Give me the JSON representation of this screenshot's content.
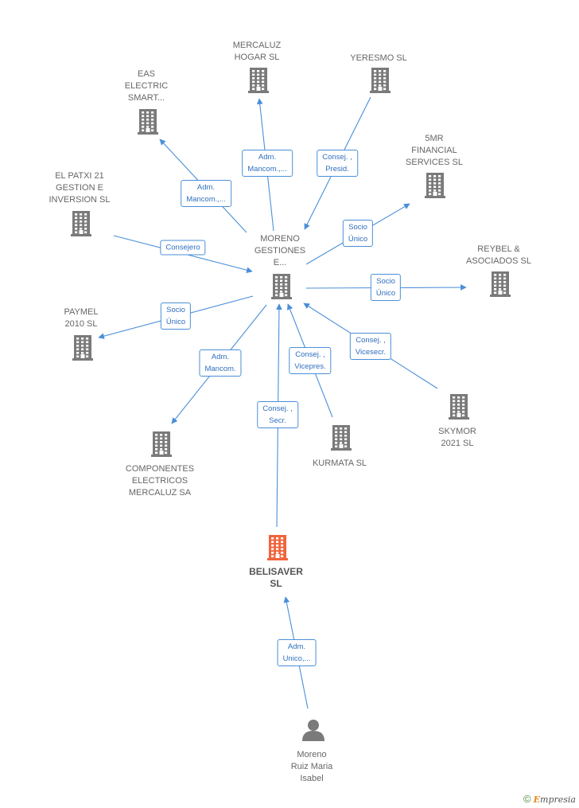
{
  "nodes": [
    {
      "id": "moreno_gestiones",
      "label": "MORENO\nGESTIONES\nE...",
      "type": "company"
    },
    {
      "id": "mercaluz_hogar",
      "label": "MERCALUZ\nHOGAR SL",
      "type": "company"
    },
    {
      "id": "yeresmo",
      "label": "YERESMO  SL",
      "type": "company"
    },
    {
      "id": "eas_electric",
      "label": "EAS\nELECTRIC\nSMART...",
      "type": "company"
    },
    {
      "id": "5mr_financial",
      "label": "5MR\nFINANCIAL\nSERVICES  SL",
      "type": "company"
    },
    {
      "id": "el_patxi",
      "label": "EL PATXI 21\nGESTION E\nINVERSION  SL",
      "type": "company"
    },
    {
      "id": "reybel",
      "label": "REYBEL &\nASOCIADOS SL",
      "type": "company"
    },
    {
      "id": "paymel",
      "label": "PAYMEL\n2010 SL",
      "type": "company"
    },
    {
      "id": "skymor",
      "label": "SKYMOR\n2021  SL",
      "type": "company"
    },
    {
      "id": "kurmata",
      "label": "KURMATA  SL",
      "type": "company"
    },
    {
      "id": "componentes",
      "label": "COMPONENTES\nELECTRICOS\nMERCALUZ SA",
      "type": "company"
    },
    {
      "id": "belisaver",
      "label": "BELISAVER\nSL",
      "type": "focus"
    },
    {
      "id": "moreno_ruiz",
      "label": "Moreno\nRuiz Maria\nIsabel",
      "type": "person"
    }
  ],
  "edges": [
    {
      "from": "moreno_gestiones",
      "to": "mercaluz_hogar",
      "label": "Adm.\nMancom.,..."
    },
    {
      "from": "yeresmo",
      "to": "moreno_gestiones",
      "label": "Consej. ,\nPresid."
    },
    {
      "from": "moreno_gestiones",
      "to": "eas_electric",
      "label": "Adm.\nMancom.,..."
    },
    {
      "from": "moreno_gestiones",
      "to": "5mr_financial",
      "label": "Socio\nÚnico"
    },
    {
      "from": "el_patxi",
      "to": "moreno_gestiones",
      "label": "Consejero"
    },
    {
      "from": "moreno_gestiones",
      "to": "reybel",
      "label": "Socio\nÚnico"
    },
    {
      "from": "moreno_gestiones",
      "to": "paymel",
      "label": "Socio\nÚnico"
    },
    {
      "from": "moreno_gestiones",
      "to": "componentes",
      "label": "Adm.\nMancom."
    },
    {
      "from": "kurmata",
      "to": "moreno_gestiones",
      "label": "Consej. ,\nVicepres."
    },
    {
      "from": "skymor",
      "to": "moreno_gestiones",
      "label": "Consej. ,\nVicesecr."
    },
    {
      "from": "belisaver",
      "to": "moreno_gestiones",
      "label": "Consej. ,\nSecr."
    },
    {
      "from": "moreno_ruiz",
      "to": "belisaver",
      "label": "Adm.\nUnico,..."
    }
  ],
  "colors": {
    "edge": "#4a8fd8",
    "company_icon": "#7a7a7a",
    "focus_icon": "#f0643c",
    "person_icon": "#7a7a7a"
  },
  "footer": {
    "copyright": "©",
    "brand_initial": "E",
    "brand_rest": "mpresia"
  }
}
